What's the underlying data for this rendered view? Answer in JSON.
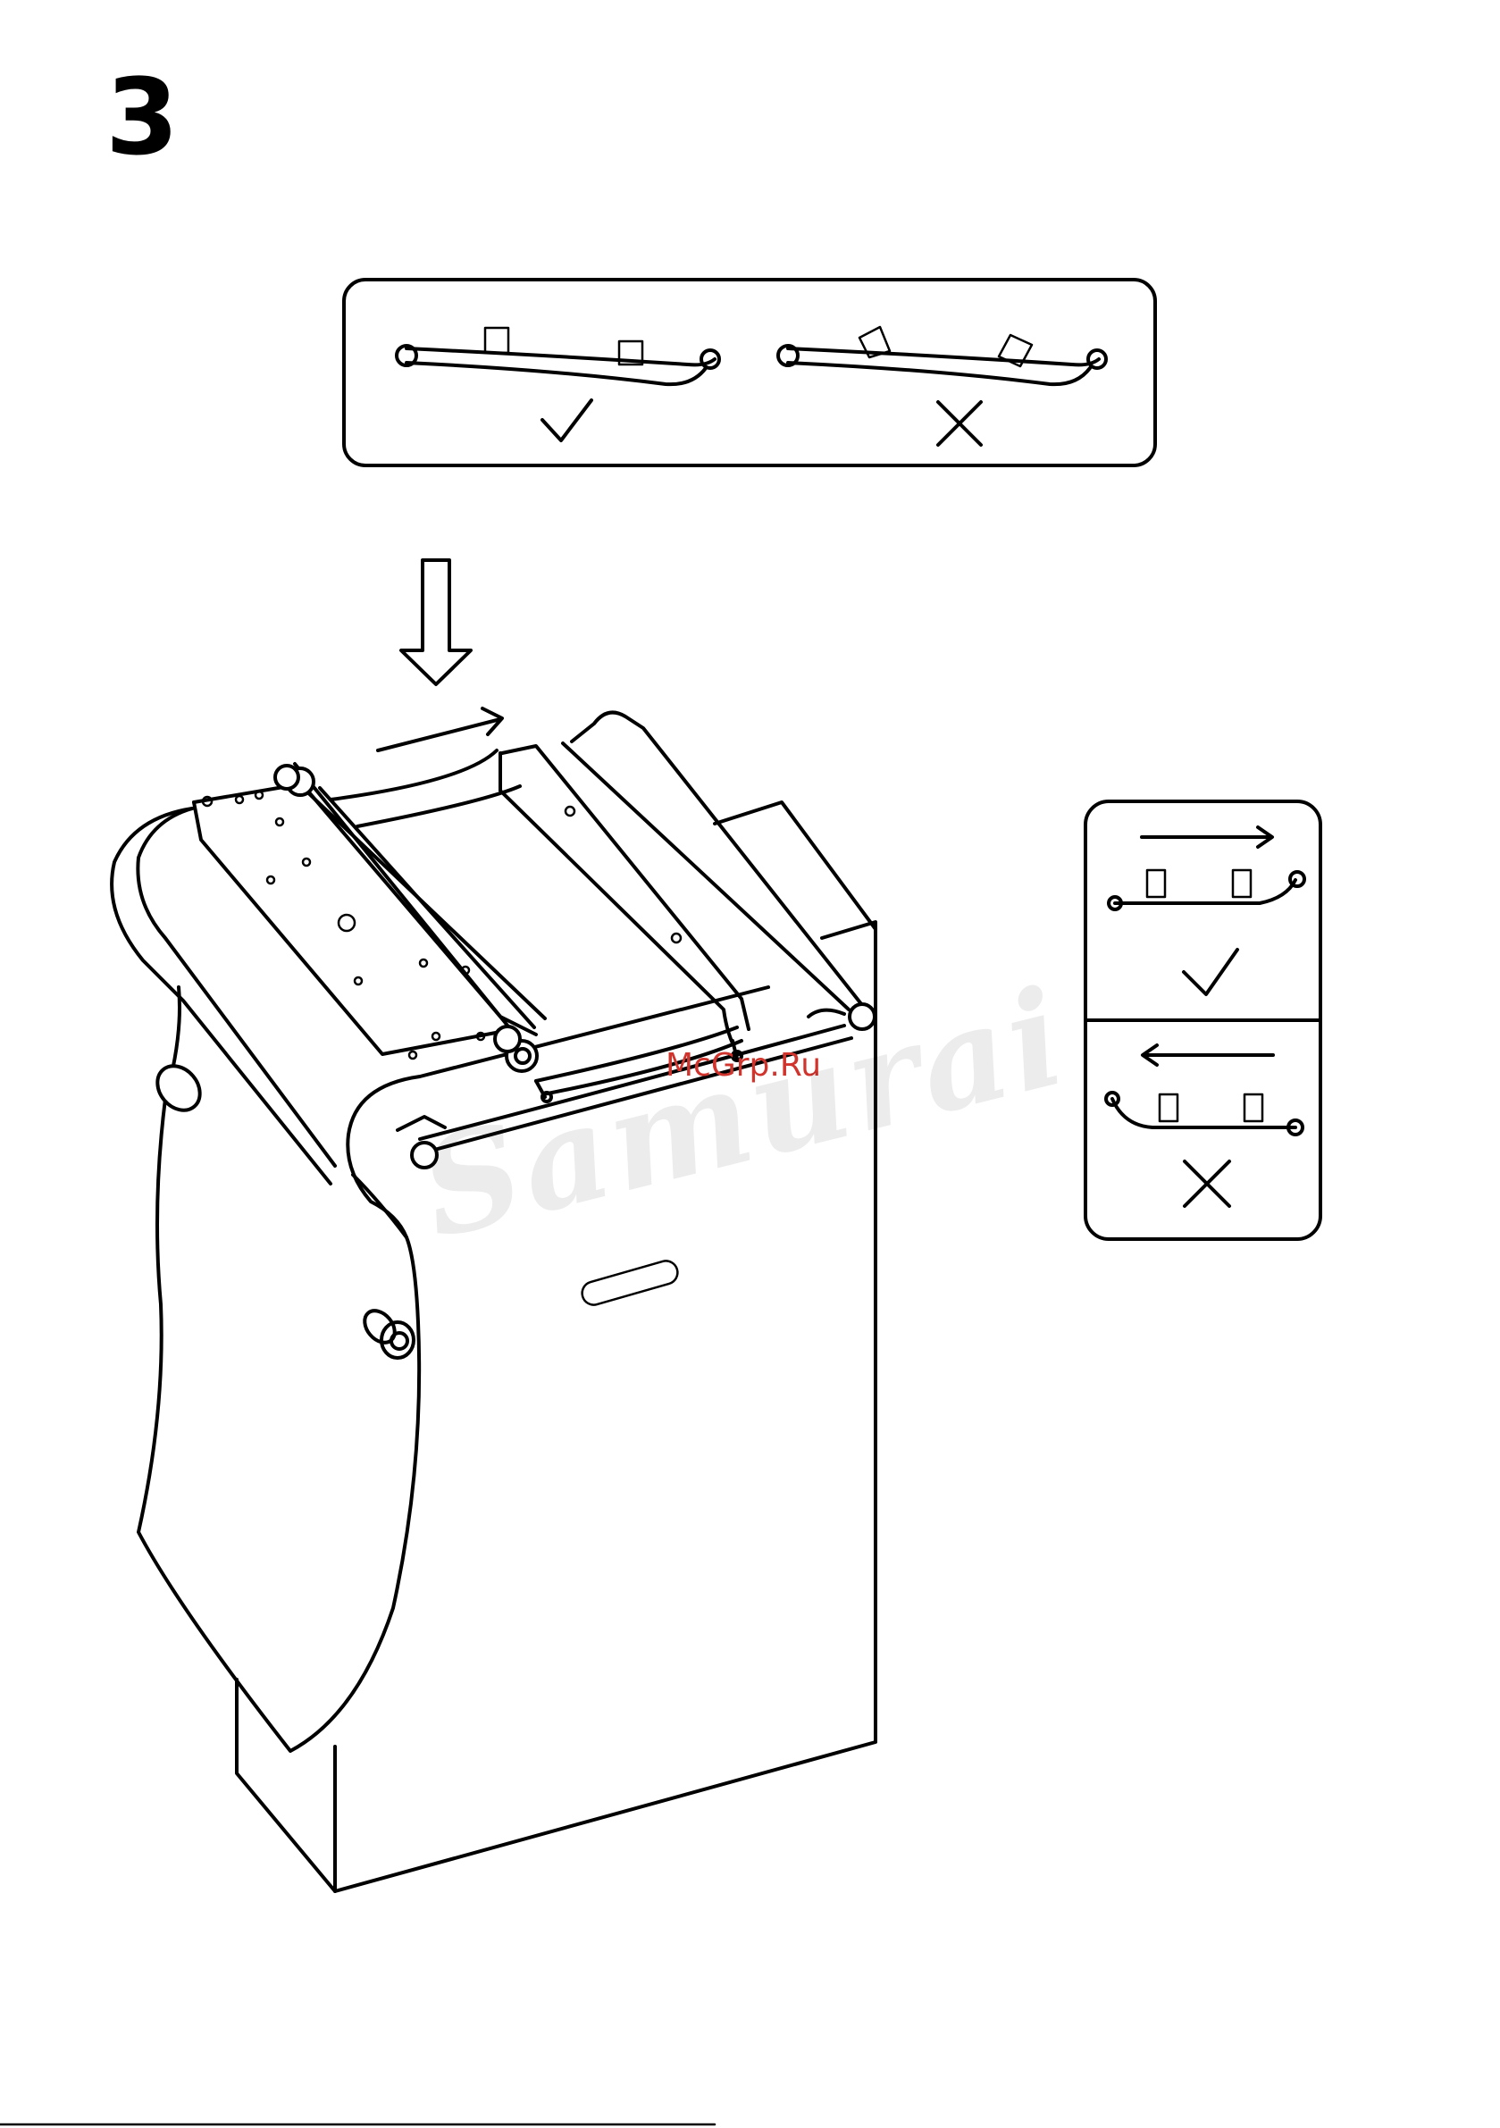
{
  "step": {
    "number": "3"
  },
  "watermarks": {
    "source": "McGrp.Ru",
    "brand": "Samurai"
  },
  "icons": {
    "down_arrow": "down-arrow-icon",
    "right_arrow": "right-arrow-icon",
    "correct": "checkmark-icon",
    "incorrect": "cross-icon"
  }
}
